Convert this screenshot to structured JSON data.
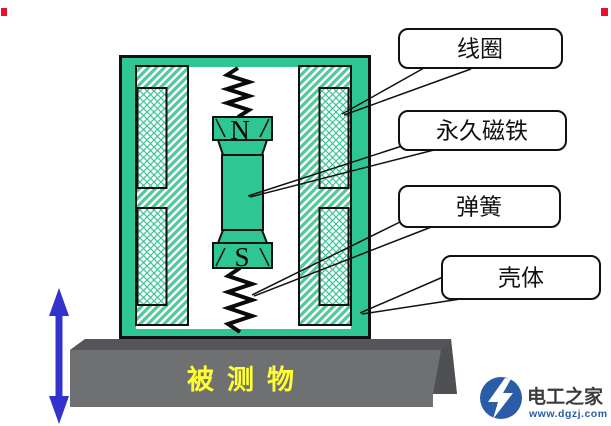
{
  "colors": {
    "green": "#2EC793",
    "hatch": "#4CCB9C",
    "crosshatch": "#3CC495",
    "ink": "#111111",
    "base-front": "#6F7071",
    "base-top": "#55565A",
    "base-side": "#4F5054",
    "arrow-blue": "#3333CC",
    "label-yellow": "#FFFF33",
    "logo-blue": "#2B5CA7",
    "logo-text": "#3A3B3D",
    "red-dot": "#E8112D"
  },
  "callouts": {
    "coil": {
      "label": "线圈"
    },
    "magnet": {
      "label": "永久磁铁"
    },
    "spring": {
      "label": "弹簧"
    },
    "housing": {
      "label": "壳体"
    }
  },
  "magnet": {
    "north_pole": "N",
    "south_pole": "S"
  },
  "base": {
    "label": "被测物"
  },
  "watermark": {
    "site_name": "电工之家",
    "site_url": "www.dgzj.com"
  }
}
